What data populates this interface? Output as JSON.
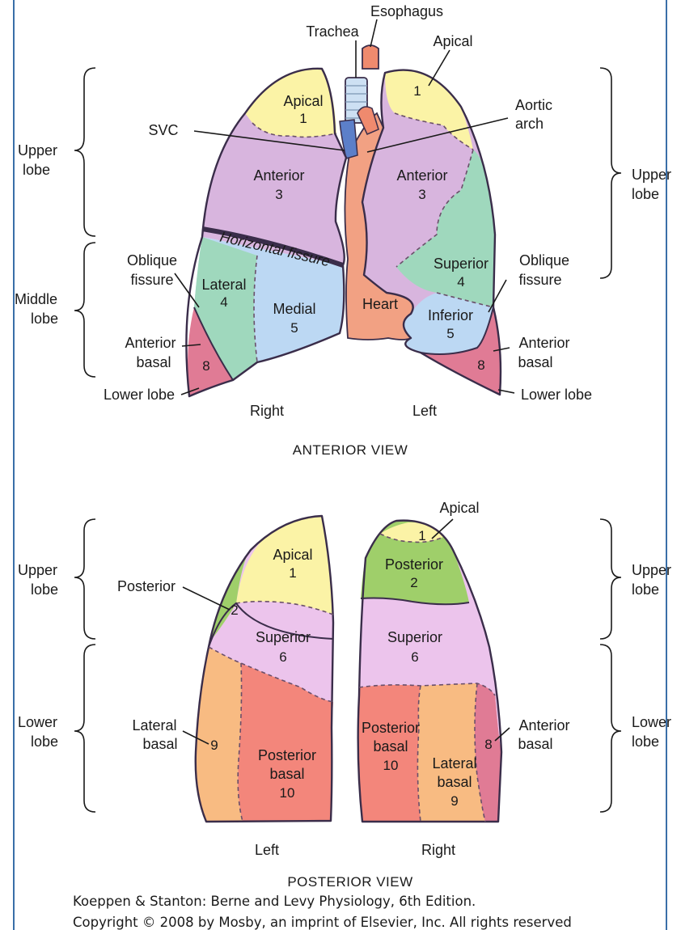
{
  "anterior": {
    "view_title": "ANTERIOR VIEW",
    "left_brackets": {
      "upper_1": "Upper",
      "upper_2": "lobe",
      "middle_1": "Middle",
      "middle_2": "lobe"
    },
    "right_brackets": {
      "upper_1": "Upper",
      "upper_2": "lobe"
    },
    "callouts": {
      "esophagus": "Esophagus",
      "trachea": "Trachea",
      "apical": "Apical",
      "svc": "SVC",
      "aortic_1": "Aortic",
      "aortic_2": "arch",
      "oblique_l1": "Oblique",
      "oblique_l2": "fissure",
      "oblique_r1": "Oblique",
      "oblique_r2": "fissure",
      "antbasal_l1": "Anterior",
      "antbasal_l2": "basal",
      "antbasal_r1": "Anterior",
      "antbasal_r2": "basal",
      "lowerlobe_l": "Lower lobe",
      "lowerlobe_r": "Lower lobe"
    },
    "segments": {
      "r_apical": "Apical",
      "r_apical_n": "1",
      "r_anterior": "Anterior",
      "r_anterior_n": "3",
      "horizontal_fissure": "Horizontal fissure",
      "r_lateral": "Lateral",
      "r_lateral_n": "4",
      "r_medial": "Medial",
      "r_medial_n": "5",
      "r_antbasal_n": "8",
      "heart": "Heart",
      "l_apical_n": "1",
      "l_anterior": "Anterior",
      "l_anterior_n": "3",
      "l_superior": "Superior",
      "l_superior_n": "4",
      "l_inferior": "Inferior",
      "l_inferior_n": "5",
      "l_antbasal_n": "8"
    },
    "side_right": "Right",
    "side_left": "Left"
  },
  "posterior": {
    "view_title": "POSTERIOR VIEW",
    "left_brackets": {
      "upper_1": "Upper",
      "upper_2": "lobe",
      "lower_1": "Lower",
      "lower_2": "lobe"
    },
    "right_brackets": {
      "upper_1": "Upper",
      "upper_2": "lobe",
      "lower_1": "Lower",
      "lower_2": "lobe"
    },
    "callouts": {
      "apical": "Apical",
      "posterior": "Posterior",
      "latbasal_1": "Lateral",
      "latbasal_2": "basal",
      "antbasal_1": "Anterior",
      "antbasal_2": "basal"
    },
    "segments": {
      "l_apical": "Apical",
      "l_apical_n": "1",
      "l_posterior_n": "2",
      "l_superior": "Superior",
      "l_superior_n": "6",
      "l_latbasal_n": "9",
      "l_postbasal_1": "Posterior",
      "l_postbasal_2": "basal",
      "l_postbasal_n": "10",
      "r_apical_n": "1",
      "r_posterior": "Posterior",
      "r_posterior_n": "2",
      "r_superior": "Superior",
      "r_superior_n": "6",
      "r_postbasal_1": "Posterior",
      "r_postbasal_2": "basal",
      "r_postbasal_n": "10",
      "r_latbasal_1": "Lateral",
      "r_latbasal_2": "basal",
      "r_latbasal_n": "9",
      "r_antbasal_n": "8"
    },
    "side_left": "Left",
    "side_right": "Right"
  },
  "credit": {
    "line1": "Koeppen & Stanton: Berne and Levy Physiology, 6th Edition.",
    "line2": "Copyright © 2008 by Mosby, an imprint of Elsevier, Inc. All rights reserved"
  },
  "colors": {
    "apical": "#fbf3a6",
    "anterior": "#d8b5de",
    "lateral_middle": "#9fd8bd",
    "medial_middle": "#bcd8f3",
    "anterior_basal": "#e07b95",
    "heart": "#f2a183",
    "posterior_green": "#9fcf6a",
    "superior": "#ecc4ec",
    "lateral_basal": "#f8bb82",
    "posterior_basal": "#f3867b",
    "frame": "#3a6fa8"
  }
}
